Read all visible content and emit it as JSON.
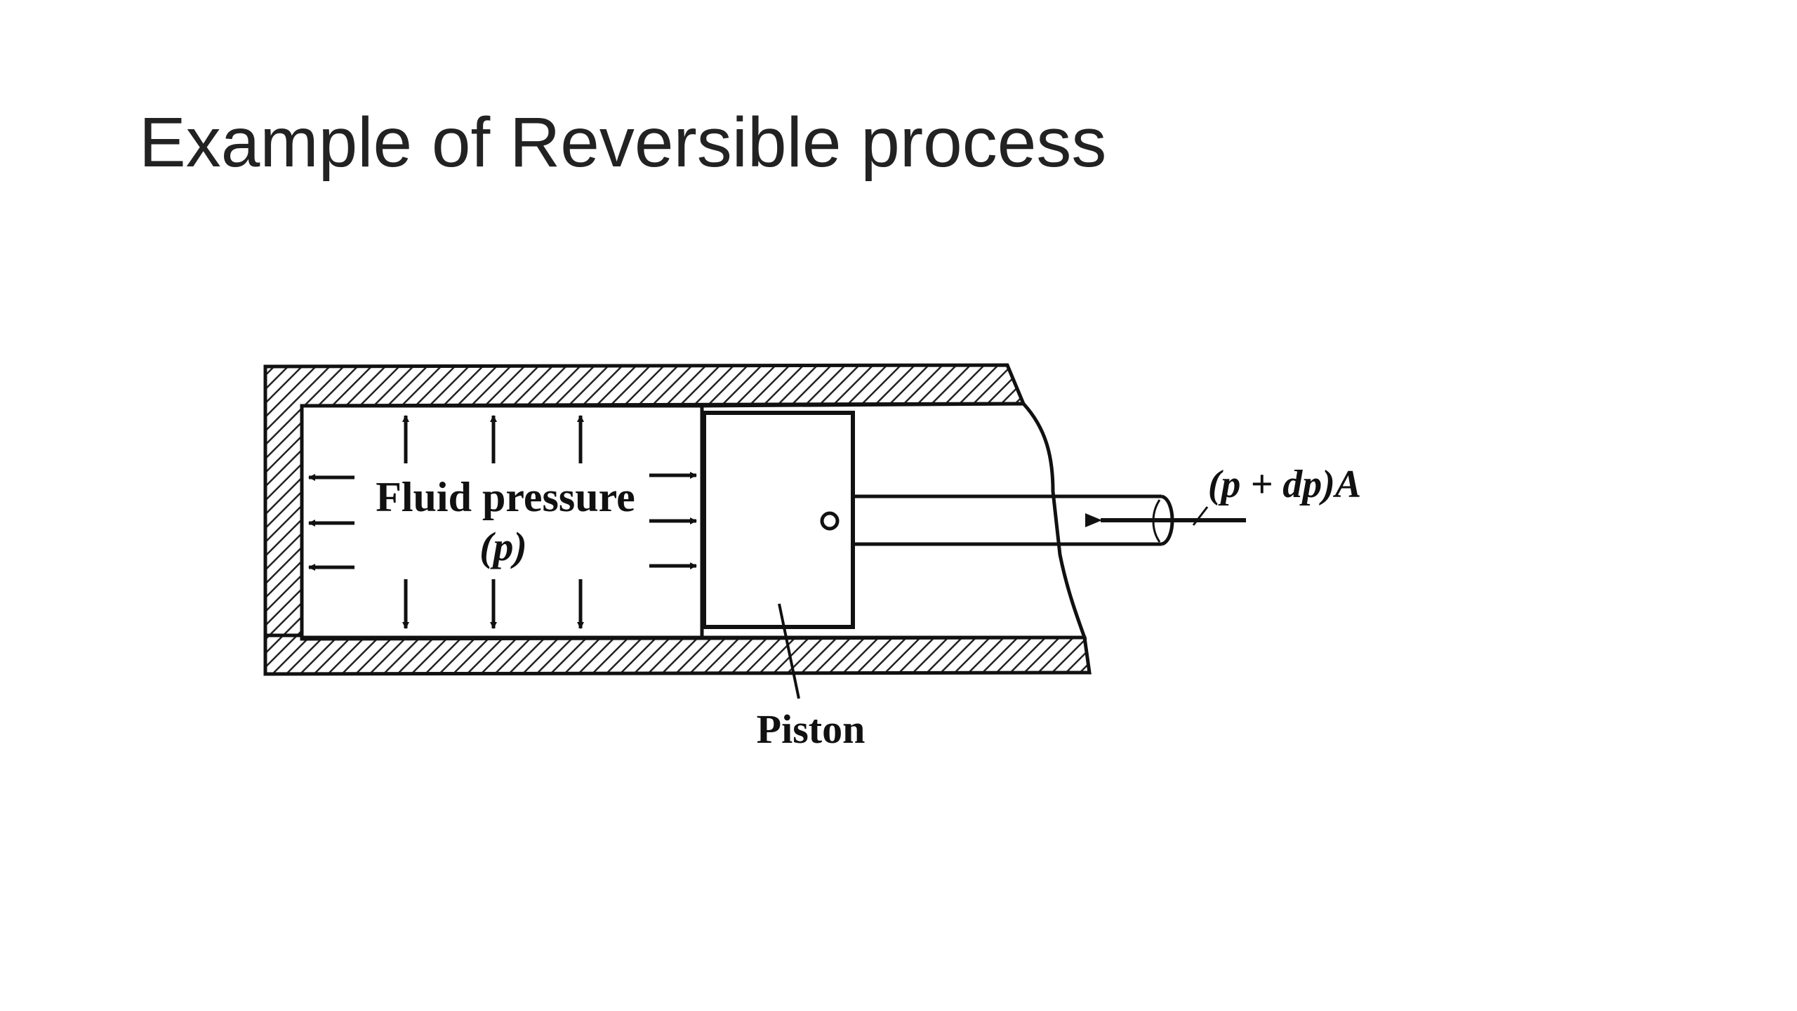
{
  "slide": {
    "title": "Example of Reversible process"
  },
  "diagram": {
    "fluid_label": "Fluid pressure",
    "pressure_symbol": "(p)",
    "piston_label": "Piston",
    "force_label": "(p + dp)A"
  }
}
